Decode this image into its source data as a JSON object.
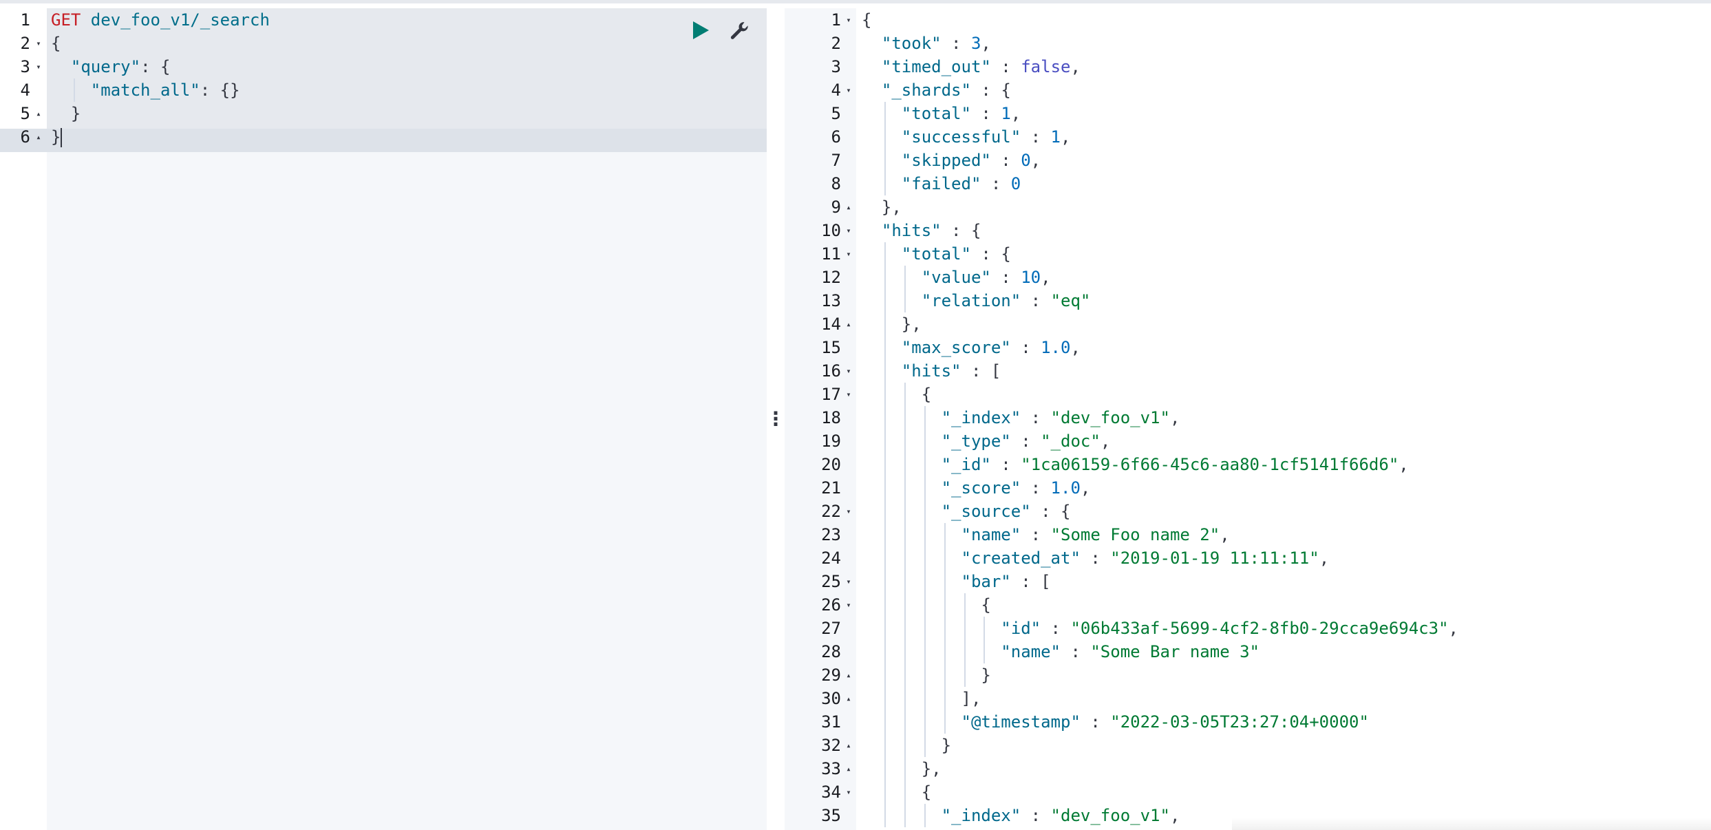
{
  "request": {
    "method": "GET",
    "path": " dev_foo_v1/_search",
    "lines": [
      {
        "n": "1",
        "fold": ""
      },
      {
        "n": "2",
        "fold": "▾",
        "text": "{"
      },
      {
        "n": "3",
        "fold": "▾",
        "text": "  \"query\": {"
      },
      {
        "n": "4",
        "fold": "",
        "text": "    \"match_all\": {}"
      },
      {
        "n": "5",
        "fold": "▴",
        "text": "  }"
      },
      {
        "n": "6",
        "fold": "▴",
        "text": "}"
      }
    ],
    "actions": {
      "run": {
        "icon": "play-icon",
        "color": "#017d73"
      },
      "settings": {
        "icon": "wrench-icon"
      }
    }
  },
  "resizer": {
    "glyph": "⋮"
  },
  "response": {
    "lines": [
      "{",
      "  \"took\" : 3,",
      "  \"timed_out\" : false,",
      "  \"_shards\" : {",
      "    \"total\" : 1,",
      "    \"successful\" : 1,",
      "    \"skipped\" : 0,",
      "    \"failed\" : 0",
      "  },",
      "  \"hits\" : {",
      "    \"total\" : {",
      "      \"value\" : 10,",
      "      \"relation\" : \"eq\"",
      "    },",
      "    \"max_score\" : 1.0,",
      "    \"hits\" : [",
      "      {",
      "        \"_index\" : \"dev_foo_v1\",",
      "        \"_type\" : \"_doc\",",
      "        \"_id\" : \"1ca06159-6f66-45c6-aa80-1cf5141f66d6\",",
      "        \"_score\" : 1.0,",
      "        \"_source\" : {",
      "          \"name\" : \"Some Foo name 2\",",
      "          \"created_at\" : \"2019-01-19 11:11:11\",",
      "          \"bar\" : [",
      "            {",
      "              \"id\" : \"06b433af-5699-4cf2-8fb0-29cca9e694c3\",",
      "              \"name\" : \"Some Bar name 3\"",
      "            }",
      "          ],",
      "          \"@timestamp\" : \"2022-03-05T23:27:04+0000\"",
      "        }",
      "      },",
      "      {",
      "        \"_index\" : \"dev_foo_v1\","
    ],
    "folds": {
      "1": "▾",
      "4": "▾",
      "9": "▴",
      "10": "▾",
      "11": "▾",
      "14": "▴",
      "16": "▾",
      "17": "▾",
      "22": "▾",
      "25": "▾",
      "26": "▾",
      "29": "▴",
      "30": "▴",
      "32": "▴",
      "33": "▴",
      "34": "▾"
    }
  },
  "colors": {
    "method": "#c61e25",
    "url": "#006e8a",
    "key": "#00688b",
    "string": "#007a33",
    "number": "#006bb8",
    "boolean": "#4a4ec1",
    "accent": "#017d73"
  }
}
